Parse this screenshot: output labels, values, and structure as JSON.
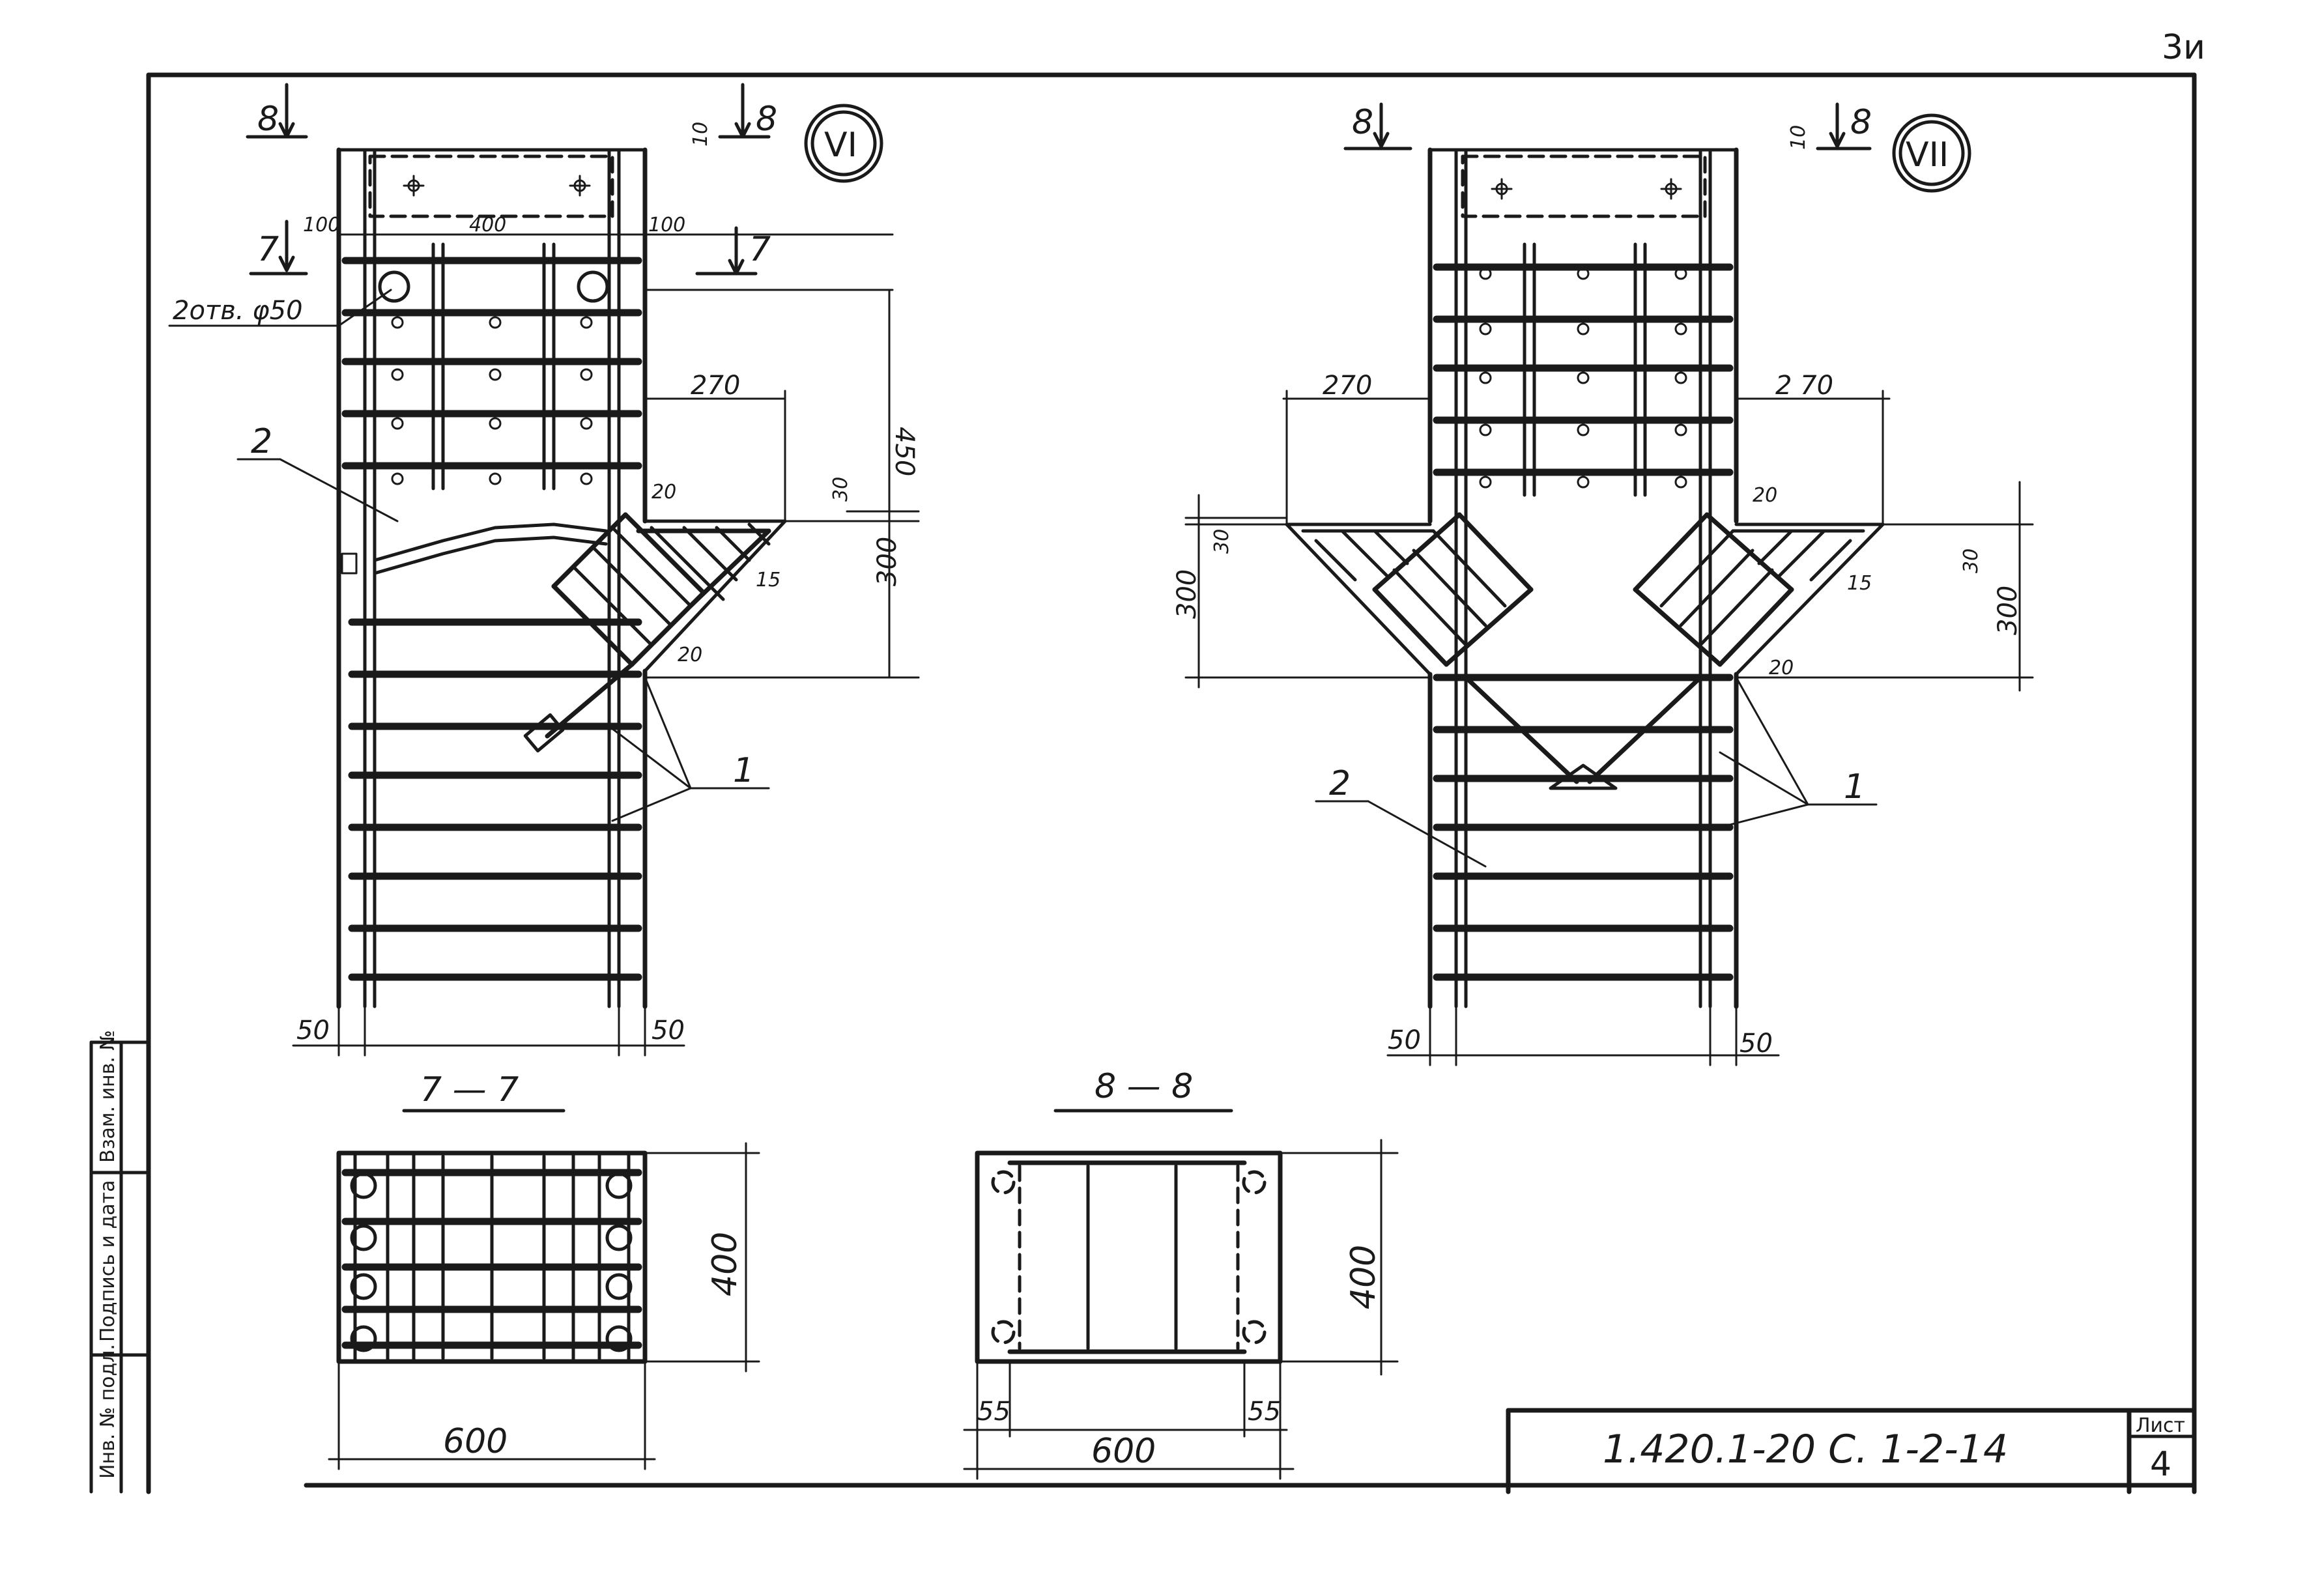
{
  "page_number": "3и",
  "designation": "1.420.1-20 С. 1-2-14",
  "sheet": {
    "label": "Лист",
    "value": "4"
  },
  "side_stamp": [
    "Инв. № подл.",
    "Подпись и дата",
    "Взам. инв. №"
  ],
  "node_vi": {
    "mark": "VI",
    "cut8": "8",
    "cut7": "7",
    "dims": {
      "top_gap": "10",
      "w_left": "100",
      "w_mid": "400",
      "w_right": "100",
      "holes": "2отв. φ50",
      "bracket_w": "270",
      "h450": "450",
      "h30": "30",
      "h300": "300",
      "d20a": "20",
      "d20b": "20",
      "d15": "15",
      "bot_left": "50",
      "bot_right": "50"
    },
    "pos1": "1",
    "pos2": "2"
  },
  "node_vii": {
    "mark": "VII",
    "cut8": "8",
    "dims": {
      "top_gap": "10",
      "bracket_left": "270",
      "bracket_right": "2 70",
      "l30": "30",
      "l300": "300",
      "r30": "30",
      "r300": "300",
      "d20a": "20",
      "d20b": "20",
      "d15": "15",
      "bot_left": "50",
      "bot_right": "50"
    },
    "pos1": "1",
    "pos2": "2"
  },
  "section_77": {
    "title": "7 — 7",
    "w": "600",
    "h": "400"
  },
  "section_88": {
    "title": "8 — 8",
    "w": "600",
    "h": "400",
    "edge_l": "55",
    "edge_r": "55"
  }
}
